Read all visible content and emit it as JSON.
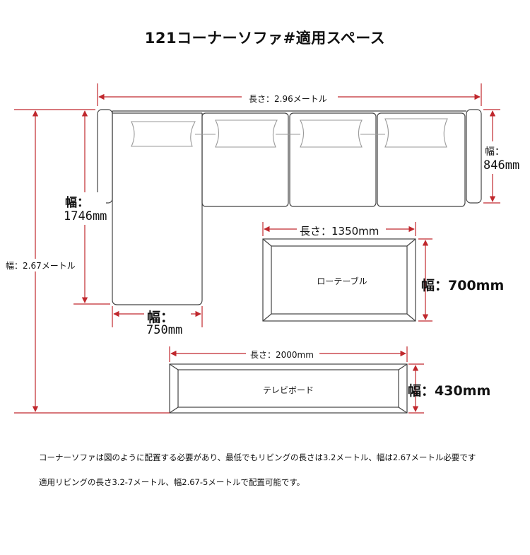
{
  "title": "121コーナーソファ#適用スペース",
  "dimensions": {
    "overall_length": "長さ：2.96メートル",
    "overall_width": "幅：2.67メートル",
    "back_depth_label": "幅：",
    "back_depth_value": "846mm",
    "chaise_length_label": "幅：",
    "chaise_length_value": "1746mm",
    "chaise_width_label": "幅：",
    "chaise_width_value": "750mm",
    "table_length": "長さ：1350mm",
    "table_width": "幅：700mm",
    "tv_length": "長さ：2000mm",
    "tv_width": "幅：430mm"
  },
  "furniture": {
    "low_table": "ローテーブル",
    "tv_board": "テレビボード"
  },
  "notes": [
    "コーナーソファは図のように配置する必要があり、最低でもリビングの長さは3.2メートル、幅は2.67メートル必要です",
    "適用リビングの長さ3.2-7メートル、幅2.67-5メートルで配置可能です。"
  ],
  "colors": {
    "dimension_line": "#c0282d",
    "outline": "#444444"
  }
}
